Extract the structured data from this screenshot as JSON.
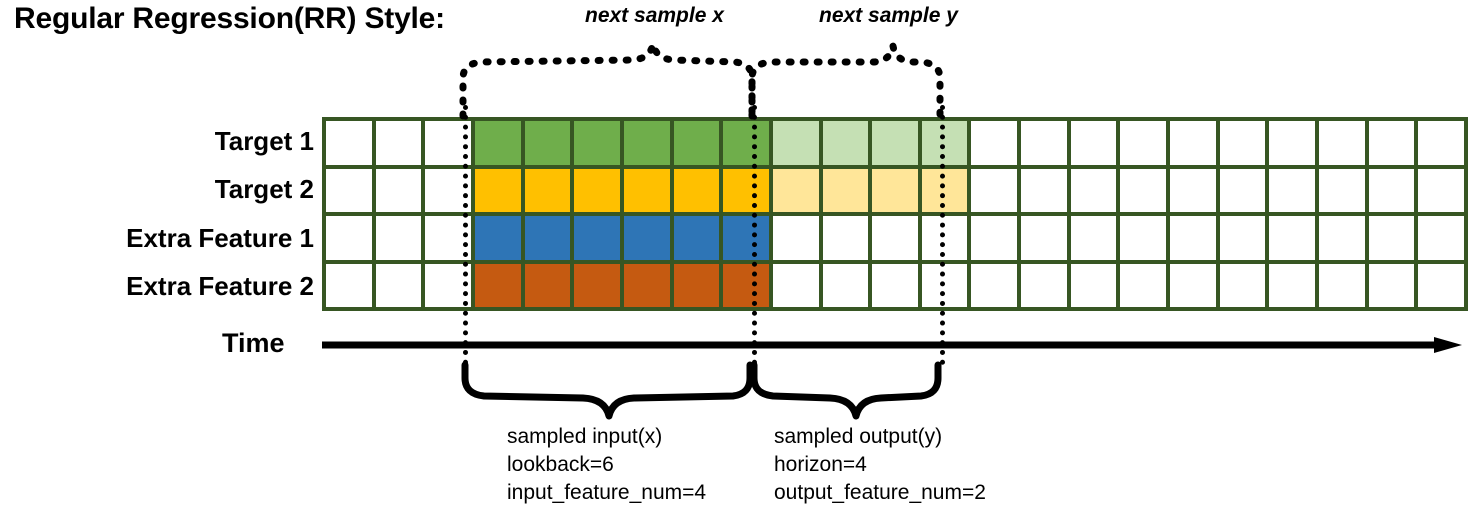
{
  "title": "Regular Regression(RR) Style:",
  "rows": [
    {
      "label": "Target 1",
      "name": "target-1"
    },
    {
      "label": "Target 2",
      "name": "target-2"
    },
    {
      "label": "Extra Feature 1",
      "name": "extra-feature-1"
    },
    {
      "label": "Extra Feature 2",
      "name": "extra-feature-2"
    }
  ],
  "time_axis": {
    "label": "Time"
  },
  "grid": {
    "columns": 23,
    "rows": 4,
    "leading_blank_columns": 3,
    "input_columns": 6,
    "output_columns": 4,
    "trailing_blank_columns": 10,
    "border_color": "#375623",
    "cell_fills": [
      [
        "#ffffff",
        "#ffffff",
        "#ffffff",
        "#6FAE4B",
        "#6FAE4B",
        "#6FAE4B",
        "#6FAE4B",
        "#6FAE4B",
        "#6FAE4B",
        "#C5E0B4",
        "#C5E0B4",
        "#C5E0B4",
        "#C5E0B4",
        "#ffffff",
        "#ffffff",
        "#ffffff",
        "#ffffff",
        "#ffffff",
        "#ffffff",
        "#ffffff",
        "#ffffff",
        "#ffffff",
        "#ffffff"
      ],
      [
        "#ffffff",
        "#ffffff",
        "#ffffff",
        "#FFC000",
        "#FFC000",
        "#FFC000",
        "#FFC000",
        "#FFC000",
        "#FFC000",
        "#FFE699",
        "#FFE699",
        "#FFE699",
        "#FFE699",
        "#ffffff",
        "#ffffff",
        "#ffffff",
        "#ffffff",
        "#ffffff",
        "#ffffff",
        "#ffffff",
        "#ffffff",
        "#ffffff",
        "#ffffff"
      ],
      [
        "#ffffff",
        "#ffffff",
        "#ffffff",
        "#2E75B6",
        "#2E75B6",
        "#2E75B6",
        "#2E75B6",
        "#2E75B6",
        "#2E75B6",
        "#ffffff",
        "#ffffff",
        "#ffffff",
        "#ffffff",
        "#ffffff",
        "#ffffff",
        "#ffffff",
        "#ffffff",
        "#ffffff",
        "#ffffff",
        "#ffffff",
        "#ffffff",
        "#ffffff",
        "#ffffff"
      ],
      [
        "#ffffff",
        "#ffffff",
        "#ffffff",
        "#C55A11",
        "#C55A11",
        "#C55A11",
        "#C55A11",
        "#C55A11",
        "#C55A11",
        "#ffffff",
        "#ffffff",
        "#ffffff",
        "#ffffff",
        "#ffffff",
        "#ffffff",
        "#ffffff",
        "#ffffff",
        "#ffffff",
        "#ffffff",
        "#ffffff",
        "#ffffff",
        "#ffffff",
        "#ffffff"
      ]
    ]
  },
  "annotations": {
    "top_left_bracket": {
      "label": "next sample x"
    },
    "top_right_bracket": {
      "label": "next sample y"
    },
    "bottom_left_bracket": {
      "line1": "sampled input(x)",
      "line2": "lookback=6",
      "line3": "input_feature_num=4"
    },
    "bottom_right_bracket": {
      "line1": "sampled output(y)",
      "line2": "horizon=4",
      "line3": "output_feature_num=2"
    }
  },
  "colors": {
    "grid_border": "#375623",
    "target1_dark": "#6FAE4B",
    "target1_light": "#C5E0B4",
    "target2_dark": "#FFC000",
    "target2_light": "#FFE699",
    "extra1": "#2E75B6",
    "extra2": "#C55A11",
    "ink": "#000000"
  }
}
